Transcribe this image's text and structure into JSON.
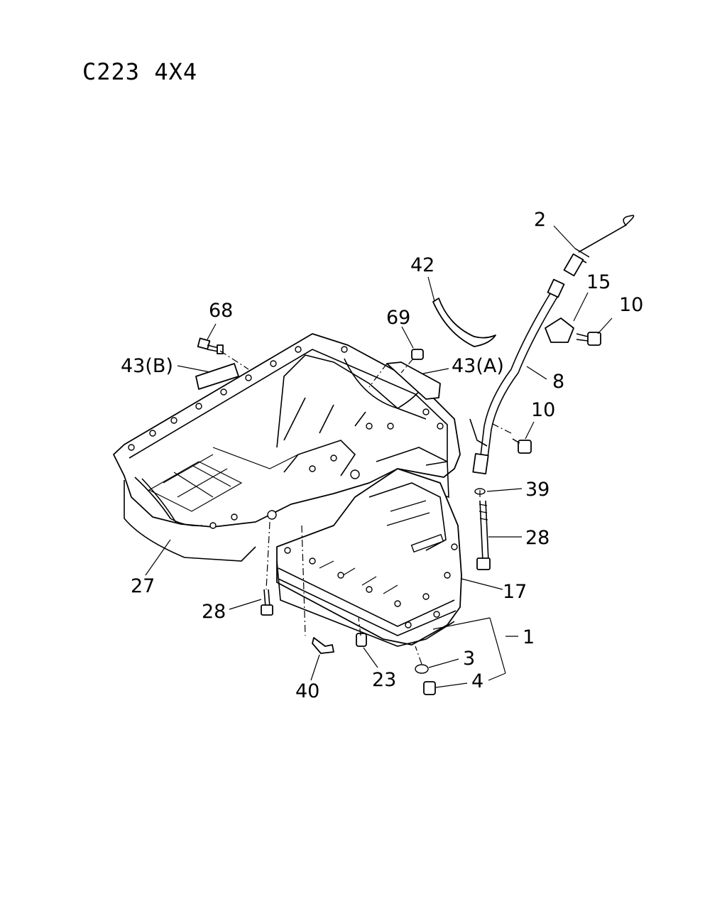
{
  "title": "C223 4X4",
  "callouts": [
    {
      "id": "2",
      "label": "2"
    },
    {
      "id": "42",
      "label": "42"
    },
    {
      "id": "15",
      "label": "15"
    },
    {
      "id": "10a",
      "label": "10"
    },
    {
      "id": "68",
      "label": "68"
    },
    {
      "id": "69",
      "label": "69"
    },
    {
      "id": "43b",
      "label": "43(B)"
    },
    {
      "id": "43a",
      "label": "43(A)"
    },
    {
      "id": "8",
      "label": "8"
    },
    {
      "id": "10b",
      "label": "10"
    },
    {
      "id": "39",
      "label": "39"
    },
    {
      "id": "28a",
      "label": "28"
    },
    {
      "id": "27",
      "label": "27"
    },
    {
      "id": "17",
      "label": "17"
    },
    {
      "id": "28b",
      "label": "28"
    },
    {
      "id": "1",
      "label": "1"
    },
    {
      "id": "3",
      "label": "3"
    },
    {
      "id": "4",
      "label": "4"
    },
    {
      "id": "23",
      "label": "23"
    },
    {
      "id": "40",
      "label": "40"
    }
  ]
}
